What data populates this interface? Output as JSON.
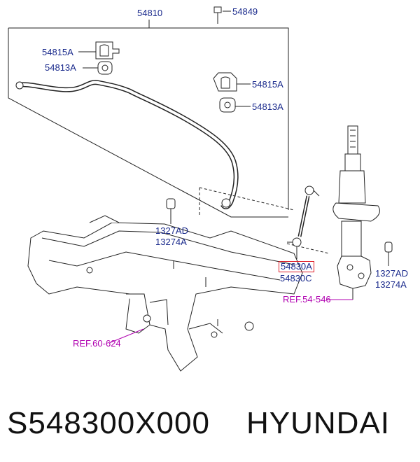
{
  "colors": {
    "label": "#1a2a8c",
    "ref": "#b000b0",
    "highlight": "#e0202a",
    "line": "#222222"
  },
  "labels": {
    "l54810": "54810",
    "l54849": "54849",
    "l54815A_left": "54815A",
    "l54813A_left": "54813A",
    "l54815A_right": "54815A",
    "l54813A_right": "54813A",
    "l1327AD_mid": "1327AD",
    "l13274A_mid": "13274A",
    "l54830A": "54830A",
    "l54830C": "54830C",
    "l1327AD_right": "1327AD",
    "l13274A_right": "13274A",
    "ref_54_546": "REF.54-546",
    "ref_60_624": "REF.60-624"
  },
  "footer": {
    "part_number": "S548300X000",
    "brand": "HYUNDAI"
  }
}
